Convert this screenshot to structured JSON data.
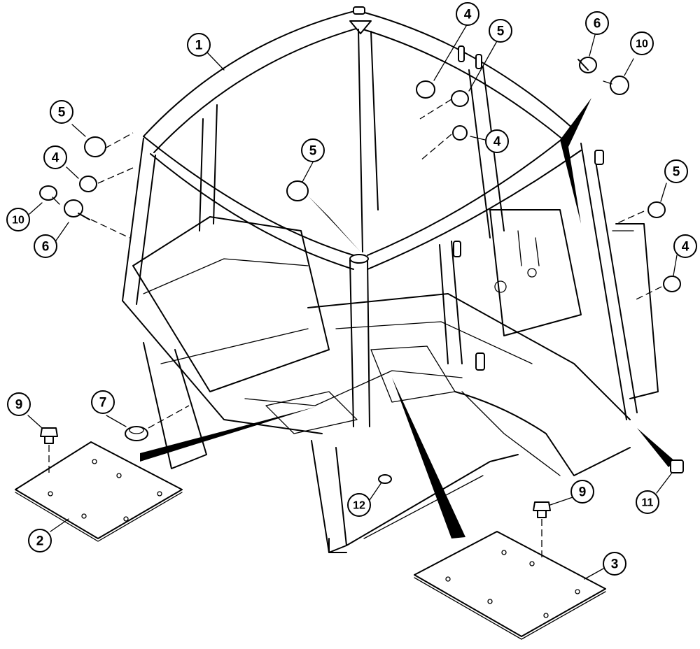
{
  "diagram": {
    "callouts": [
      {
        "id": "c1",
        "label": "1",
        "part": "cab-frame"
      },
      {
        "id": "c2",
        "label": "2",
        "part": "floor-plate-left"
      },
      {
        "id": "c3",
        "label": "3",
        "part": "floor-plate-right"
      },
      {
        "id": "c4a",
        "label": "4",
        "part": "plug"
      },
      {
        "id": "c4b",
        "label": "4",
        "part": "plug"
      },
      {
        "id": "c4c",
        "label": "4",
        "part": "plug"
      },
      {
        "id": "c4d",
        "label": "4",
        "part": "plug"
      },
      {
        "id": "c5a",
        "label": "5",
        "part": "grommet"
      },
      {
        "id": "c5b",
        "label": "5",
        "part": "grommet"
      },
      {
        "id": "c5c",
        "label": "5",
        "part": "grommet"
      },
      {
        "id": "c5d",
        "label": "5",
        "part": "grommet"
      },
      {
        "id": "c6a",
        "label": "6",
        "part": "rivet"
      },
      {
        "id": "c6b",
        "label": "6",
        "part": "rivet"
      },
      {
        "id": "c7",
        "label": "7",
        "part": "grommet"
      },
      {
        "id": "c9a",
        "label": "9",
        "part": "bolt"
      },
      {
        "id": "c9b",
        "label": "9",
        "part": "bolt"
      },
      {
        "id": "c10a",
        "label": "10",
        "part": "screw"
      },
      {
        "id": "c10b",
        "label": "10",
        "part": "screw"
      },
      {
        "id": "c11",
        "label": "11",
        "part": "cap"
      },
      {
        "id": "c12",
        "label": "12",
        "part": "plug"
      }
    ]
  }
}
